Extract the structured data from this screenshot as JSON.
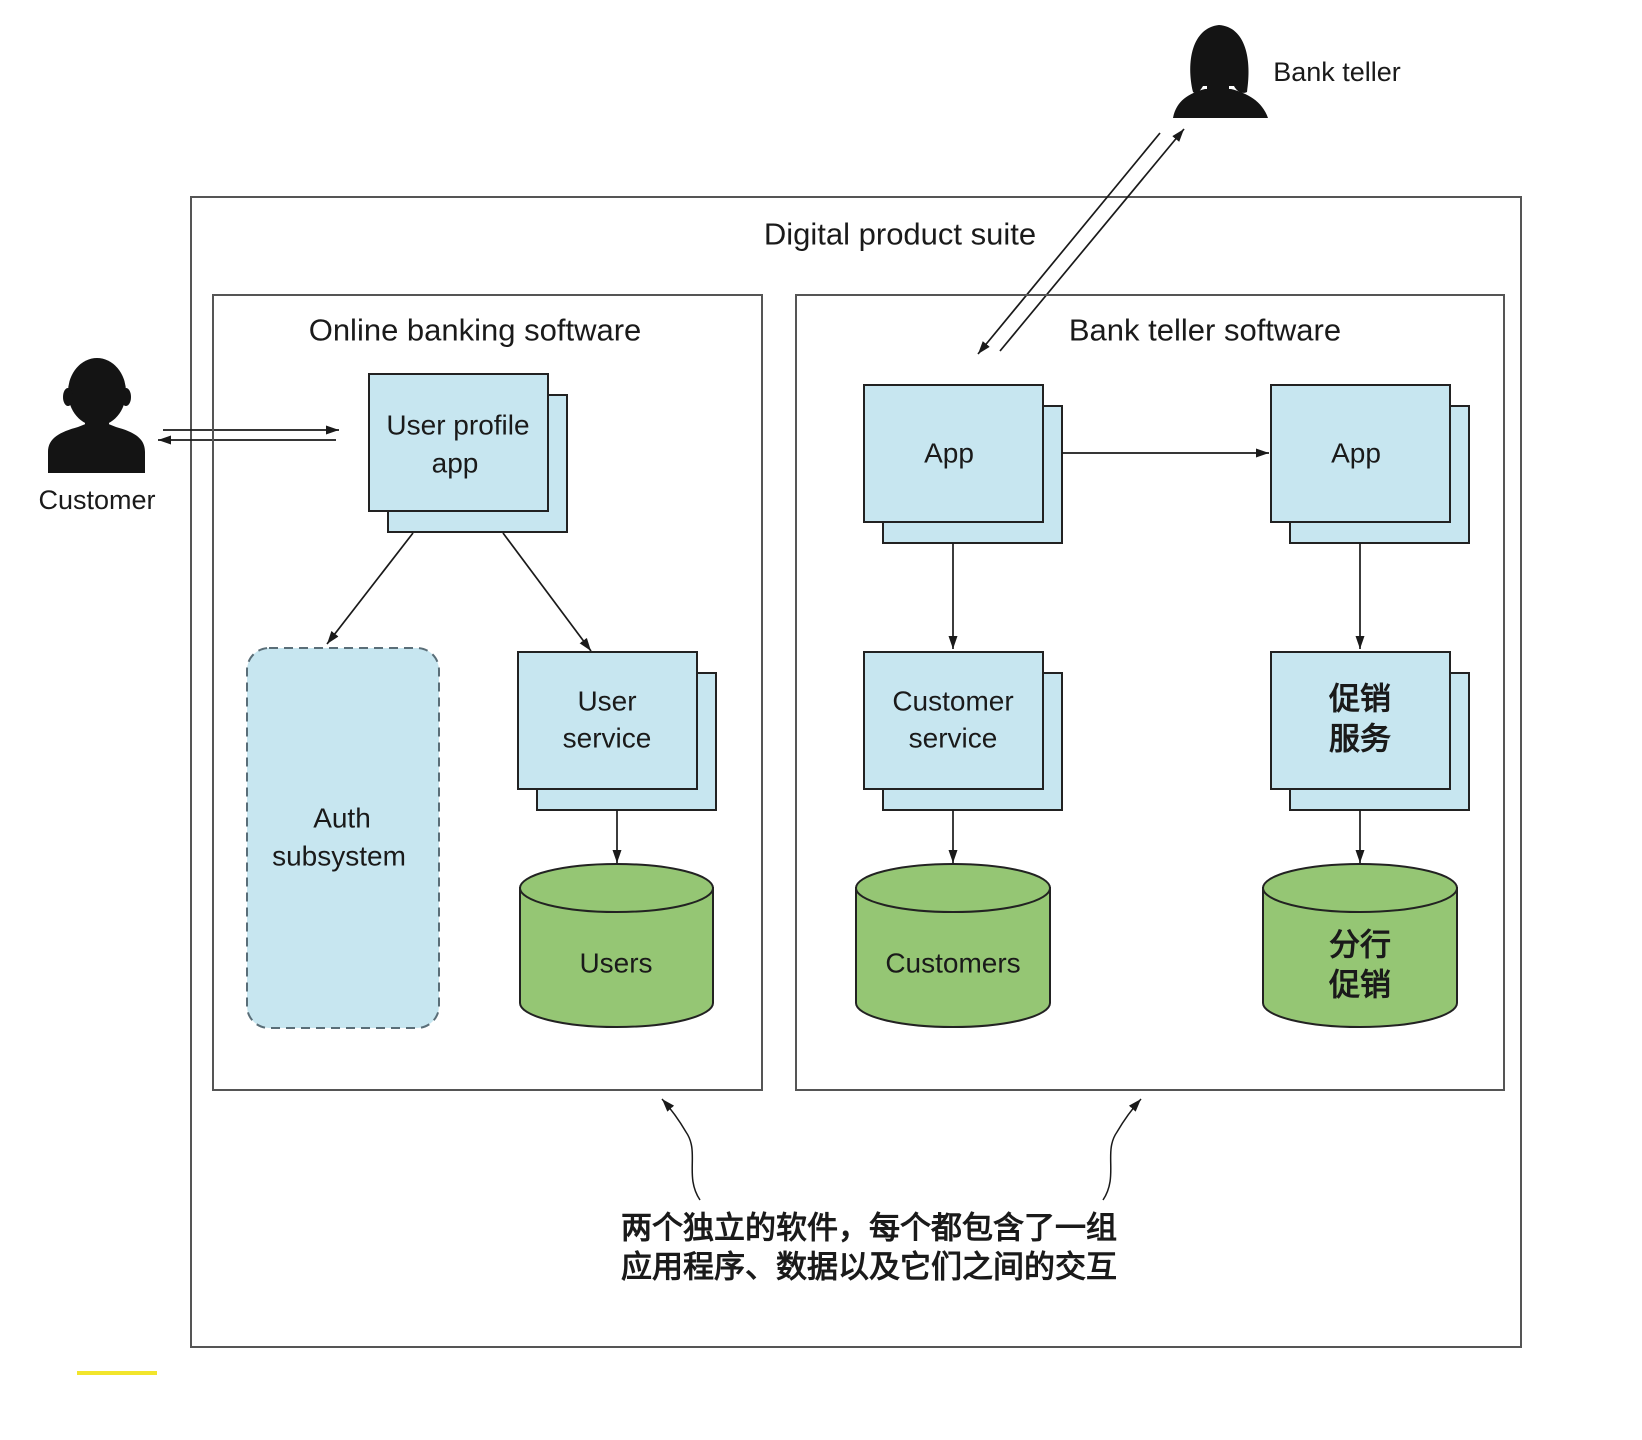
{
  "diagram": {
    "title": "Digital product suite",
    "customer": {
      "label": "Customer",
      "icon": "person-icon"
    },
    "bank_teller": {
      "label": "Bank teller",
      "icon": "person-female-icon"
    },
    "online_banking": {
      "title": "Online banking software",
      "user_profile_app": [
        "User profile",
        "app"
      ],
      "auth_subsystem": [
        "Auth",
        "subsystem"
      ],
      "user_service": [
        "User",
        "service"
      ],
      "users_db": [
        "Users"
      ]
    },
    "bank_teller_software": {
      "title": "Bank teller software",
      "app_left": [
        "App"
      ],
      "app_right": [
        "App"
      ],
      "customer_service": [
        "Customer",
        "service"
      ],
      "customers_db": [
        "Customers"
      ],
      "promo_service": [
        "促销",
        "服务"
      ],
      "branch_promo_db": [
        "分行",
        "促销"
      ]
    },
    "annotation": [
      "两个独立的软件，每个都包含了一组",
      "应用程序、数据以及它们之间的交互"
    ]
  },
  "colors": {
    "service_fill": "#c7e6f0",
    "db_fill": "#95c674",
    "highlight": "#f2e52c"
  }
}
